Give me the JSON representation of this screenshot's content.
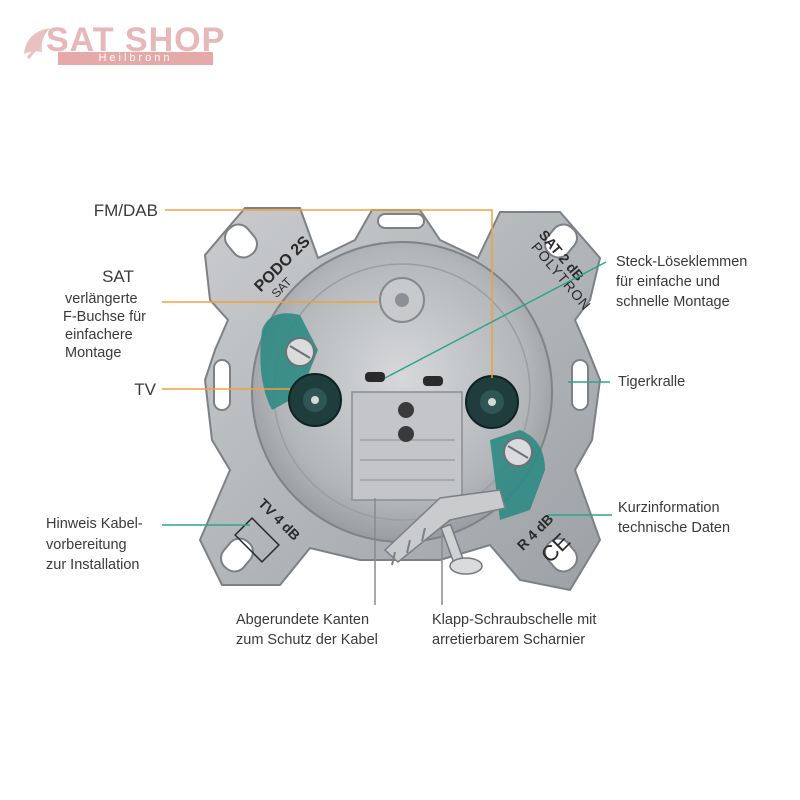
{
  "logo": {
    "title": "SAT SHOP",
    "subtitle": "Heilbronn"
  },
  "device": {
    "model": "PODO 2S",
    "model_sub": "SAT",
    "sat_rating": "SAT 2 dB",
    "brand": "POLYTRON",
    "tv_rating": "TV 4 dB",
    "r_rating": "R 4 dB",
    "ce_mark": "CE"
  },
  "callouts": {
    "fm_dab": "FM/DAB",
    "sat_title": "SAT",
    "sat_desc": [
      "verlängerte",
      "F-Buchse für",
      "einfachere",
      "Montage"
    ],
    "tv": "TV",
    "hinweis": [
      "Hinweis Kabel-",
      "vorbereitung",
      "zur Installation"
    ],
    "steck": [
      "Steck-Löseklemmen",
      "für einfache und",
      "schnelle Montage"
    ],
    "tigerkralle": "Tigerkralle",
    "kurzinfo": [
      "Kurzinformation",
      "technische Daten"
    ],
    "kanten": [
      "Abgerundete Kanten",
      "zum Schutz der Kabel"
    ],
    "klapp": [
      "Klapp-Schraubschelle mit",
      "arretierbarem Scharnier"
    ]
  },
  "colors": {
    "orange_leader": "#f0a040",
    "teal_leader": "#2aa58c",
    "gray_leader": "#8a8a8a",
    "metal": "#b9bcbf",
    "teal_clip": "#2f8a84"
  }
}
